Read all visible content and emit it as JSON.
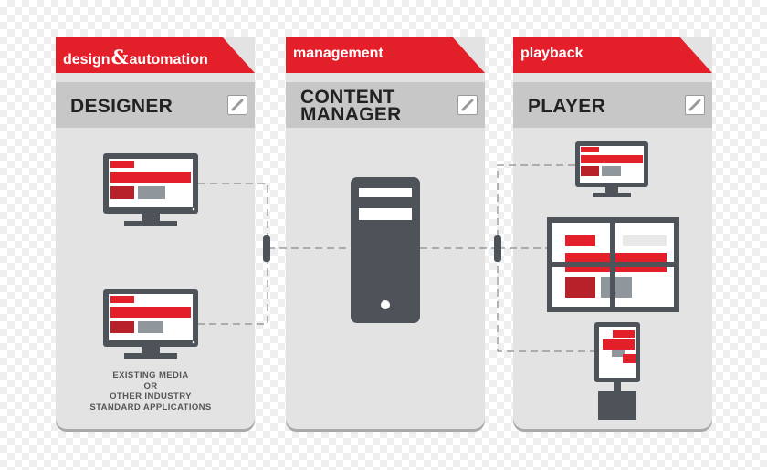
{
  "panels": [
    {
      "tab": {
        "prefix": "design",
        "amp": "&",
        "suffix": "automation"
      },
      "title": [
        "DESIGNER"
      ],
      "note": [
        "EXISTING MEDIA",
        "OR",
        "OTHER INDUSTRY",
        "STANDARD APPLICATIONS"
      ]
    },
    {
      "tab": {
        "label": "management"
      },
      "title": [
        "CONTENT",
        "MANAGER"
      ]
    },
    {
      "tab": {
        "label": "playback"
      },
      "title": [
        "PLAYER"
      ]
    }
  ],
  "icons": {
    "edit": "pencil-edit-icon",
    "designer_devices": [
      "desktop-monitor-icon",
      "desktop-monitor-icon"
    ],
    "manager_device": "server-tower-icon",
    "player_devices": [
      "desktop-monitor-icon",
      "video-wall-icon",
      "kiosk-icon"
    ],
    "connectors": [
      "connector-plug-icon",
      "connector-plug-icon"
    ]
  },
  "colors": {
    "accent_red": "#e3202a",
    "dark_red": "#b8202a",
    "panel": "#e3e3e3",
    "header": "#c7c7c7",
    "device": "#4d5359"
  }
}
